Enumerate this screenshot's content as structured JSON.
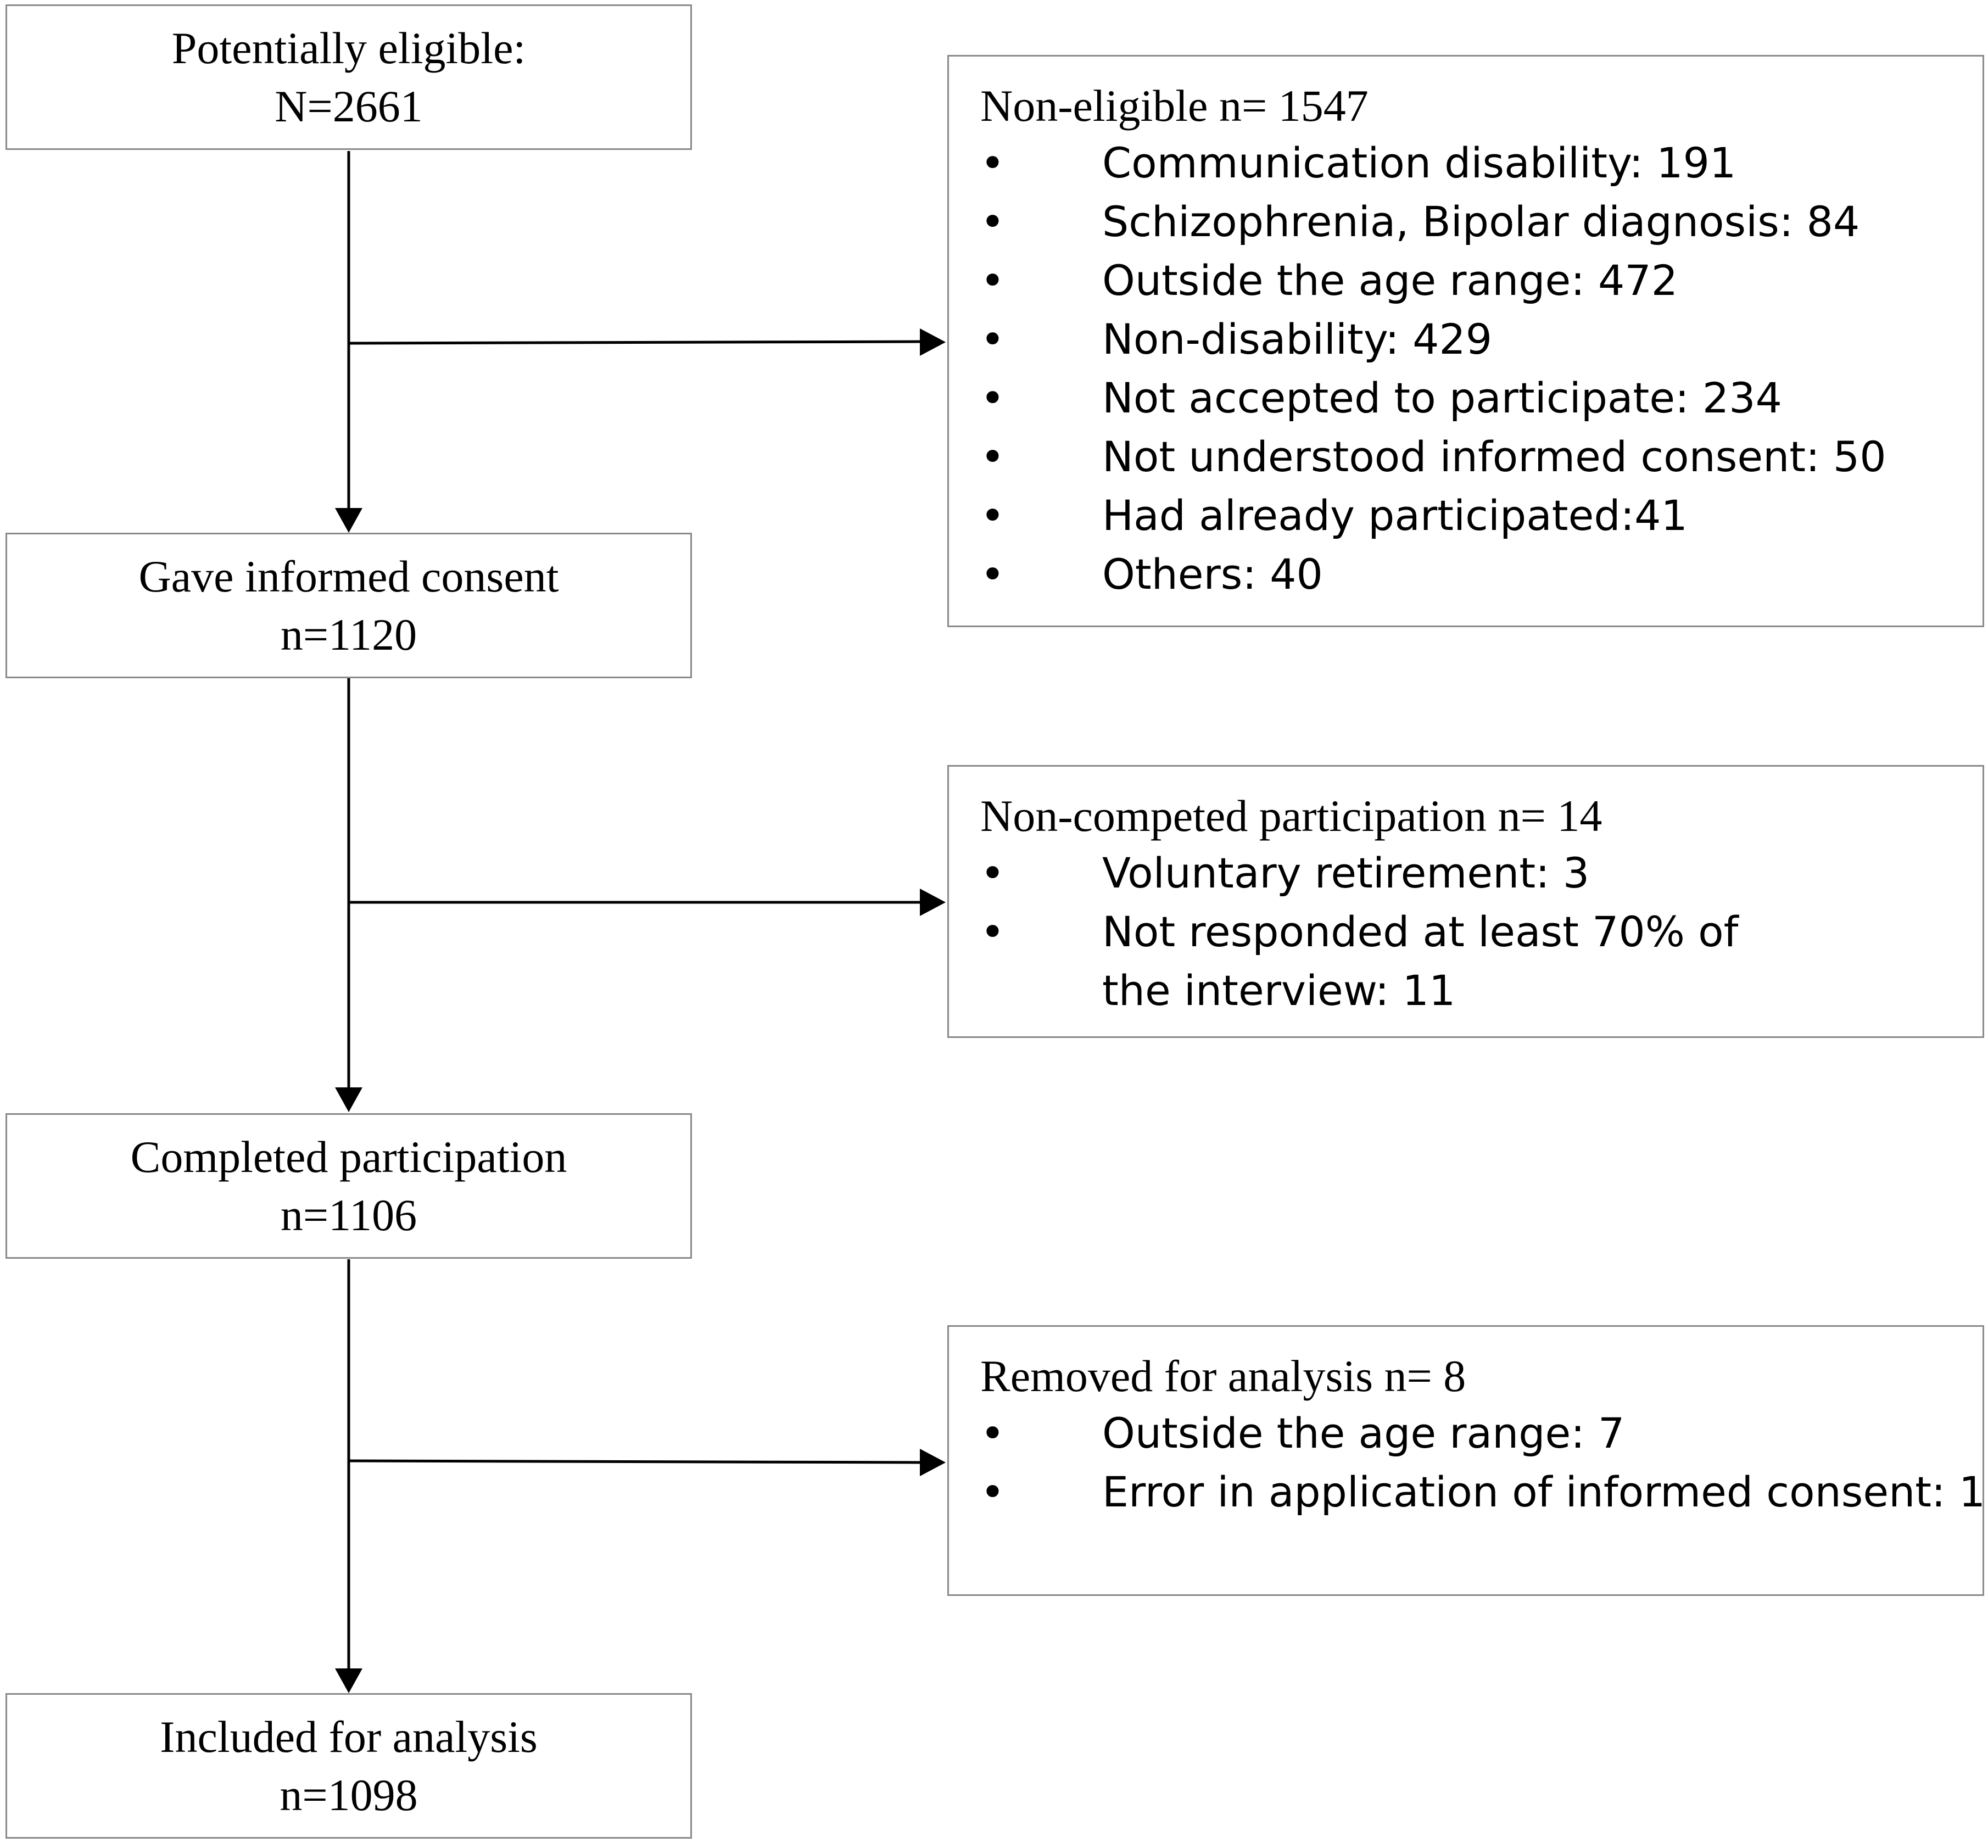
{
  "main_boxes": [
    {
      "line1": "Potentially eligible:",
      "line2": "N=2661"
    },
    {
      "line1": "Gave informed consent",
      "line2": "n=1120"
    },
    {
      "line1": "Completed participation",
      "line2": "n=1106"
    },
    {
      "line1": "Included for analysis",
      "line2": "n=1098"
    }
  ],
  "side_boxes": [
    {
      "title": "Non-eligible n= 1547",
      "items": [
        "Communication disability: 191",
        "Schizophrenia, Bipolar diagnosis: 84",
        "Outside the age range: 472",
        "Non-disability: 429",
        "Not accepted to participate: 234",
        "Not understood informed consent: 50",
        "Had already participated:41",
        "Others: 40"
      ]
    },
    {
      "title": "Non-competed participation n= 14",
      "items": [
        "Voluntary retirement: 3",
        "Not responded at least 70% of the interview: 11"
      ]
    },
    {
      "title": "Removed for analysis n= 8",
      "items": [
        "Outside the age range: 7",
        "Error in application of informed consent: 1"
      ]
    }
  ],
  "bullet_glyph": "•"
}
